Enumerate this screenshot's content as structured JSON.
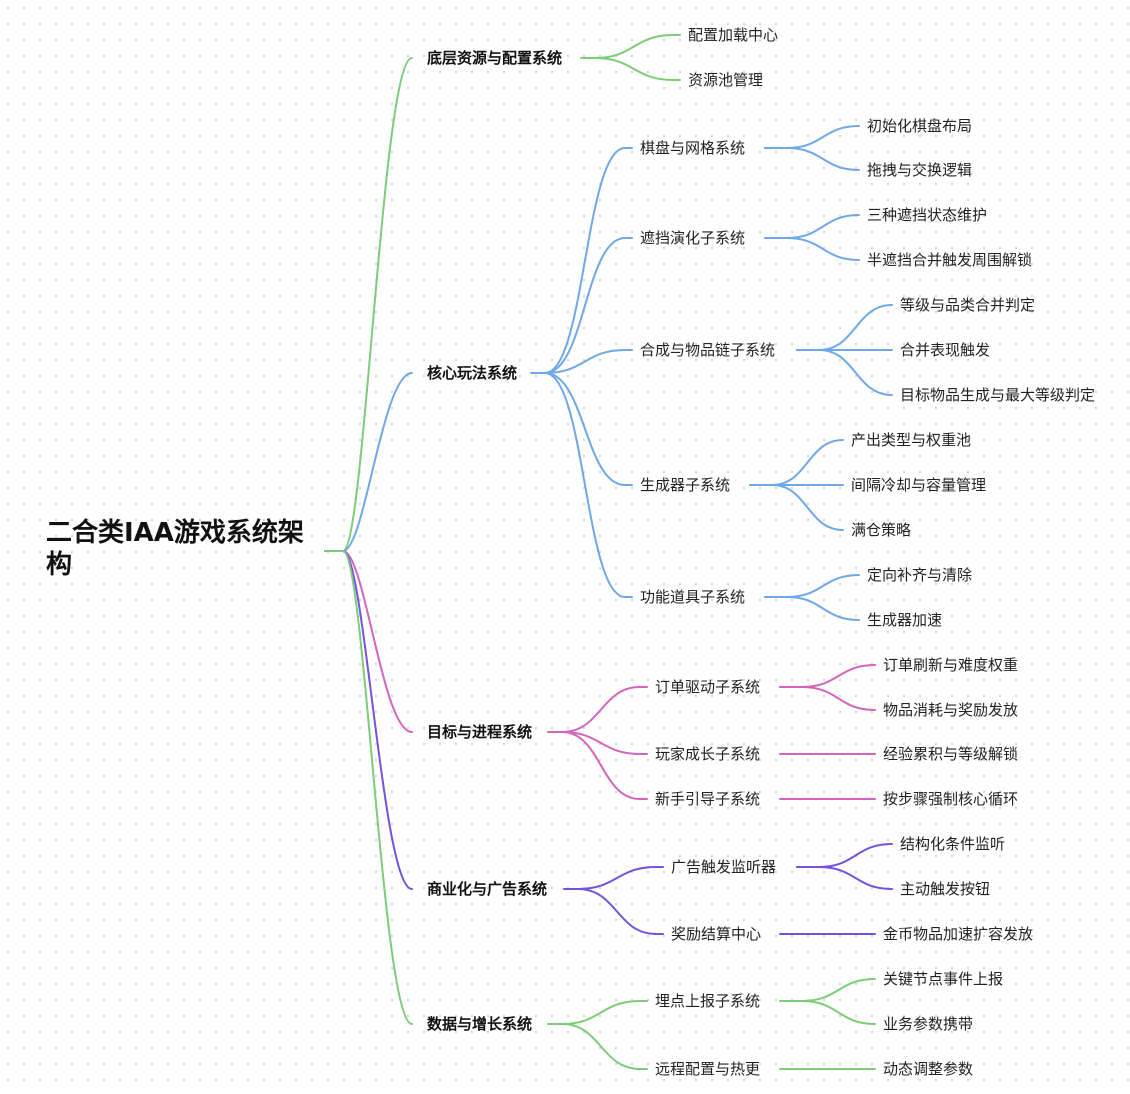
{
  "root": {
    "title": "二合类IAA游戏系统架构"
  },
  "colors": {
    "green": "#7ccd78",
    "blue": "#6ea8e8",
    "pink": "#d564bd",
    "purple": "#7552df"
  },
  "branches": [
    {
      "label": "底层资源与配置系统",
      "color": "green",
      "children": [
        {
          "label": "配置加载中心",
          "children": []
        },
        {
          "label": "资源池管理",
          "children": []
        }
      ]
    },
    {
      "label": "核心玩法系统",
      "color": "blue",
      "children": [
        {
          "label": "棋盘与网格系统",
          "children": [
            "初始化棋盘布局",
            "拖拽与交换逻辑"
          ]
        },
        {
          "label": "遮挡演化子系统",
          "children": [
            "三种遮挡状态维护",
            "半遮挡合并触发周围解锁"
          ]
        },
        {
          "label": "合成与物品链子系统",
          "children": [
            "等级与品类合并判定",
            "合并表现触发",
            "目标物品生成与最大等级判定"
          ]
        },
        {
          "label": "生成器子系统",
          "children": [
            "产出类型与权重池",
            "间隔冷却与容量管理",
            "满仓策略"
          ]
        },
        {
          "label": "功能道具子系统",
          "children": [
            "定向补齐与清除",
            "生成器加速"
          ]
        }
      ]
    },
    {
      "label": "目标与进程系统",
      "color": "pink",
      "children": [
        {
          "label": "订单驱动子系统",
          "children": [
            "订单刷新与难度权重",
            "物品消耗与奖励发放"
          ]
        },
        {
          "label": "玩家成长子系统",
          "children": [
            "经验累积与等级解锁"
          ]
        },
        {
          "label": "新手引导子系统",
          "children": [
            "按步骤强制核心循环"
          ]
        }
      ]
    },
    {
      "label": "商业化与广告系统",
      "color": "purple",
      "children": [
        {
          "label": "广告触发监听器",
          "children": [
            "结构化条件监听",
            "主动触发按钮"
          ]
        },
        {
          "label": "奖励结算中心",
          "children": [
            "金币物品加速扩容发放"
          ]
        }
      ]
    },
    {
      "label": "数据与增长系统",
      "color": "green",
      "children": [
        {
          "label": "埋点上报子系统",
          "children": [
            "关键节点事件上报",
            "业务参数携带"
          ]
        },
        {
          "label": "远程配置与热更",
          "children": [
            "动态调整参数"
          ]
        }
      ]
    }
  ]
}
